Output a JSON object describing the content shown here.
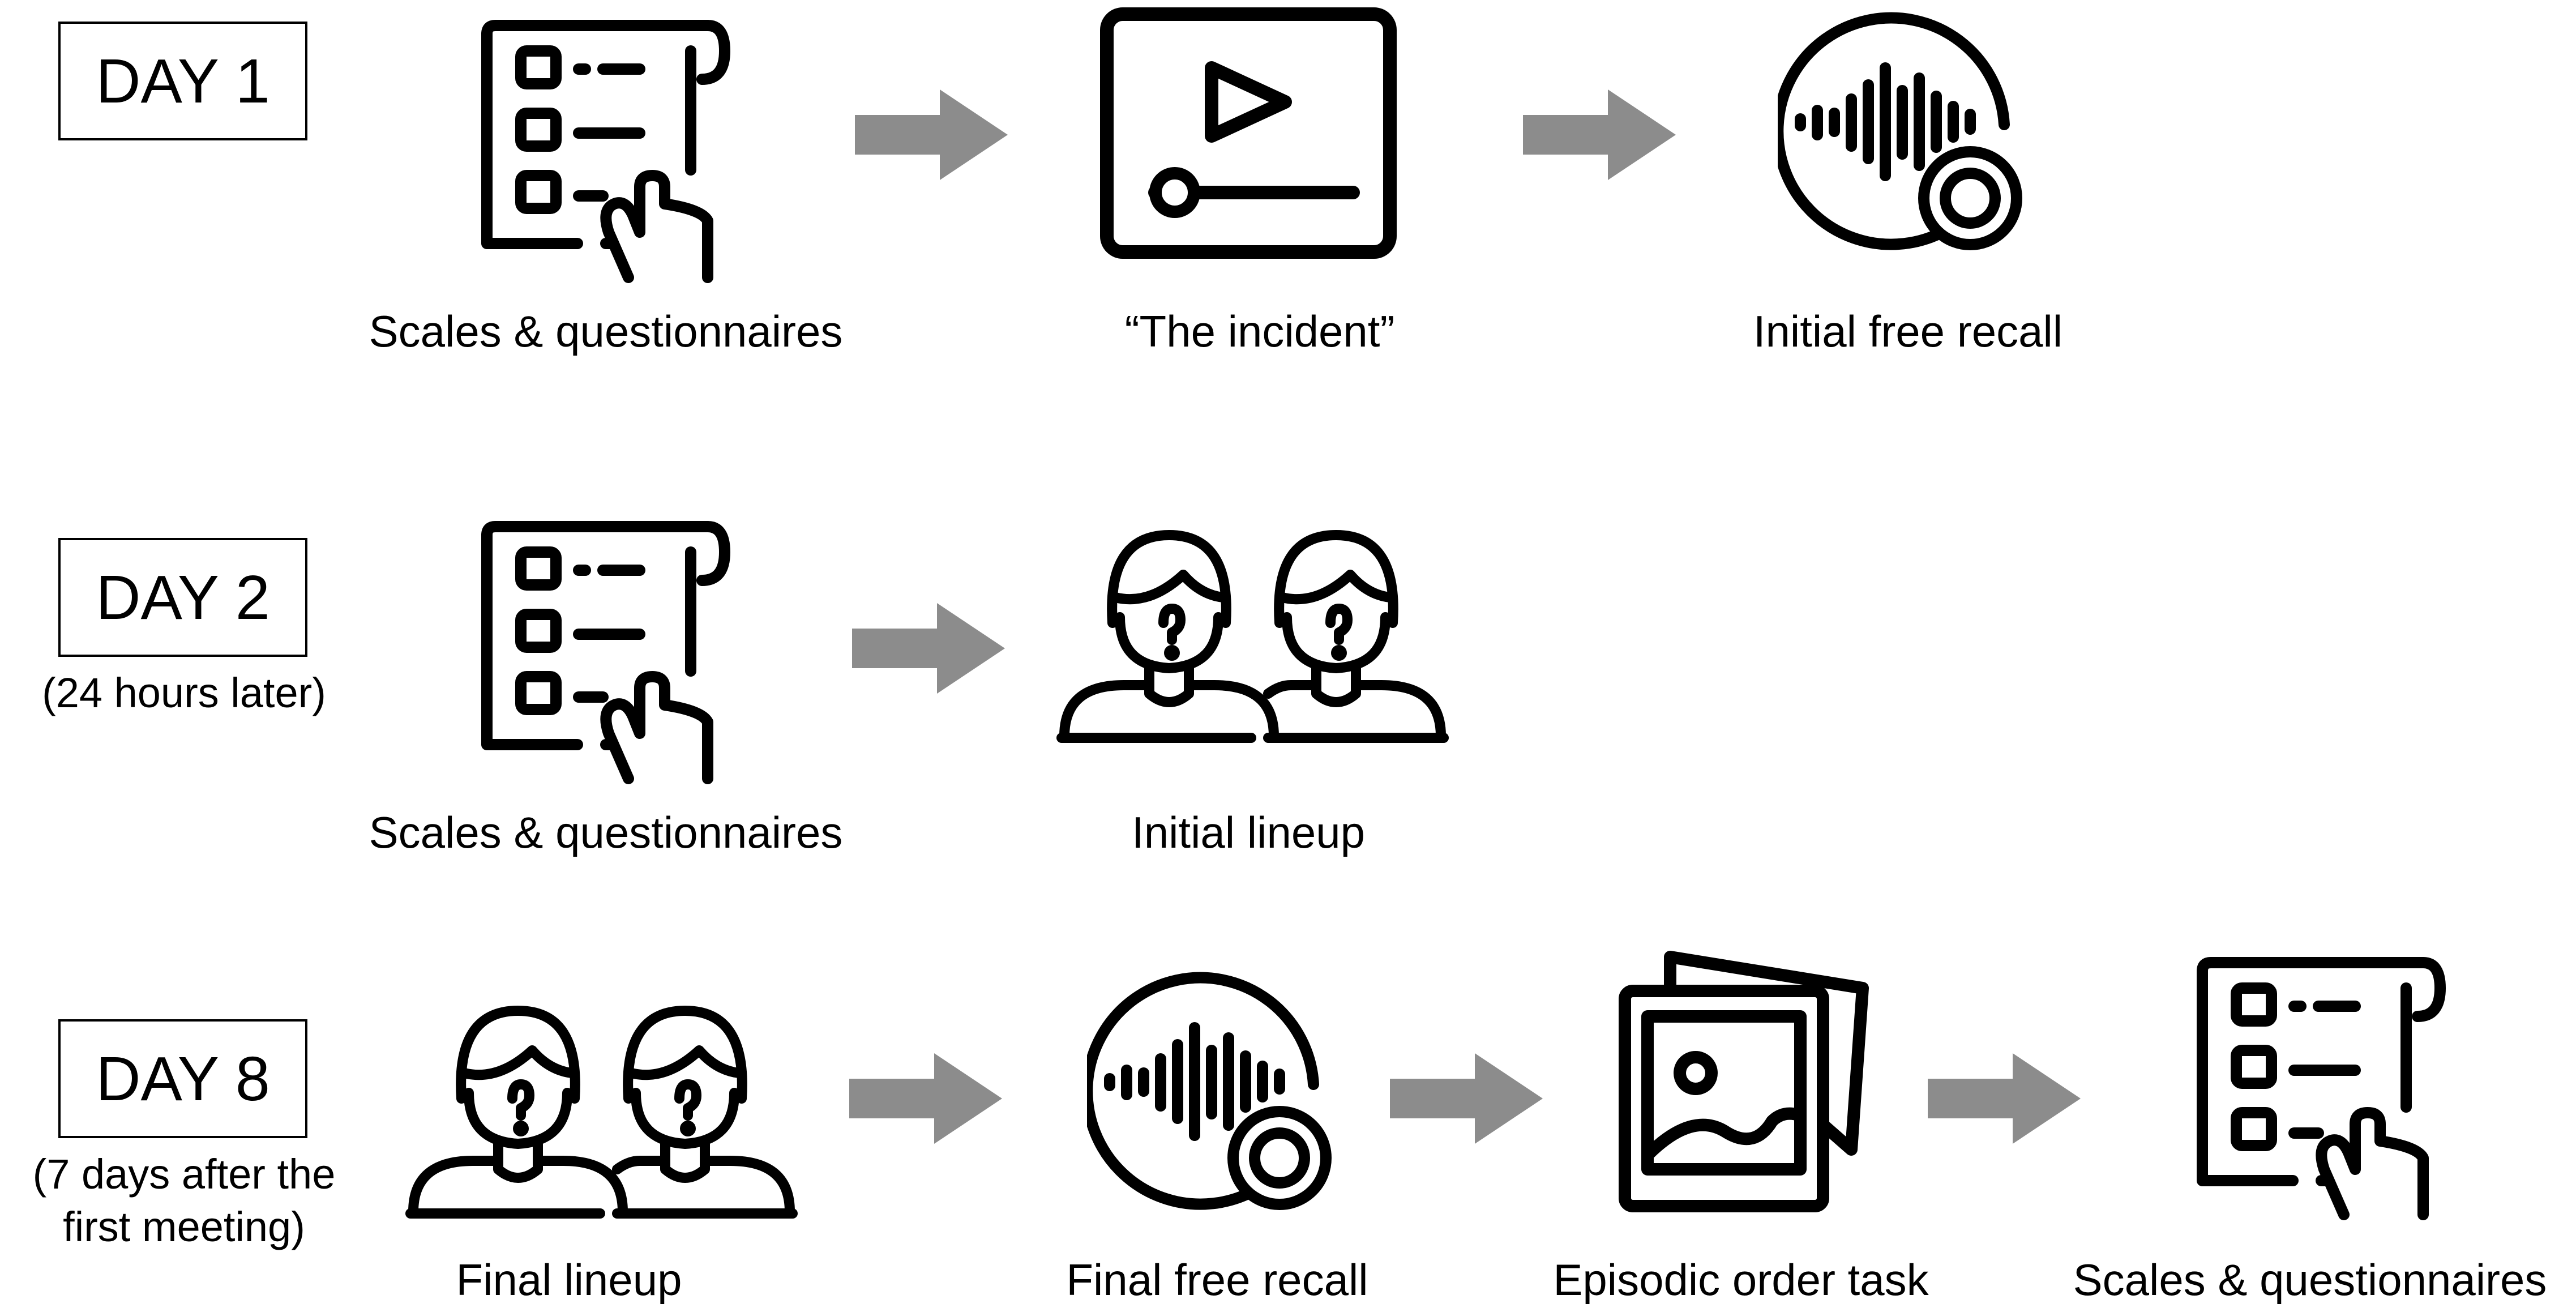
{
  "days": [
    {
      "label": "DAY 1",
      "note": "",
      "steps": [
        {
          "label": "Scales & questionnaires",
          "icon": "checklist-hand-icon"
        },
        {
          "label": "“The incident”",
          "icon": "video-player-icon"
        },
        {
          "label": "Initial free recall",
          "icon": "audio-recording-icon"
        }
      ]
    },
    {
      "label": "DAY 2",
      "note": "(24 hours later)",
      "steps": [
        {
          "label": "Scales & questionnaires",
          "icon": "checklist-hand-icon"
        },
        {
          "label": "Initial lineup",
          "icon": "lineup-people-icon"
        }
      ]
    },
    {
      "label": "DAY 8",
      "note_lines": [
        "(7 days after the",
        "first meeting)"
      ],
      "steps": [
        {
          "label": "Final lineup",
          "icon": "lineup-people-icon"
        },
        {
          "label": "Final free recall",
          "icon": "audio-recording-icon"
        },
        {
          "label": "Episodic order task",
          "icon": "photo-stack-icon"
        },
        {
          "label": "Scales & questionnaires",
          "icon": "checklist-hand-icon"
        }
      ]
    }
  ],
  "colors": {
    "arrow": "#8c8c8c",
    "stroke": "#000000"
  }
}
